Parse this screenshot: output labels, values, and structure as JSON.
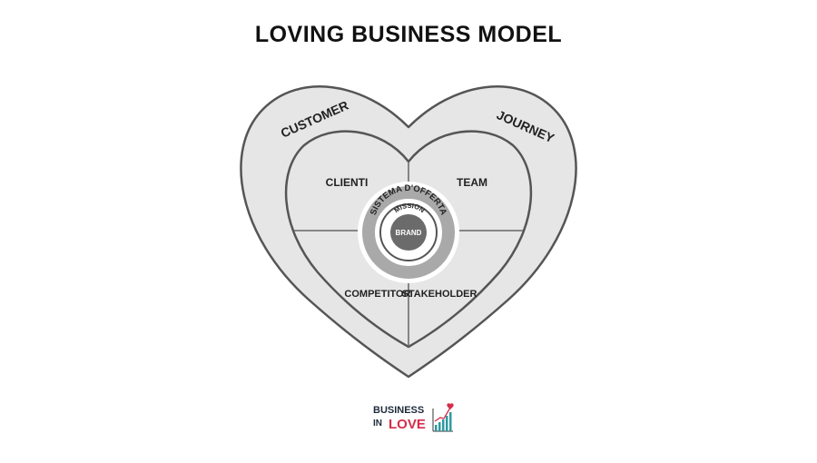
{
  "title": "LOVING BUSINESS MODEL",
  "outer_ring": {
    "left_label": "CUSTOMER",
    "right_label": "JOURNEY"
  },
  "quadrants": {
    "top_left": "CLIENTI",
    "top_right": "TEAM",
    "bottom_left": "COMPETITOR",
    "bottom_right": "STAKEHOLDER"
  },
  "center": {
    "ring_label": "SISTEMA D'OFFERTA",
    "mid_label": "MISSION",
    "core_label": "BRAND"
  },
  "logo": {
    "line1": "BUSINESS",
    "line2_prefix": "IN",
    "line2_word": "LOVE"
  },
  "colors": {
    "heart_fill": "#e6e6e6",
    "stroke": "#555555",
    "ring_gray": "#a9a9a9",
    "core_gray": "#6b6b6b",
    "logo_red": "#d62d4a",
    "logo_teal": "#2f9aa0"
  }
}
